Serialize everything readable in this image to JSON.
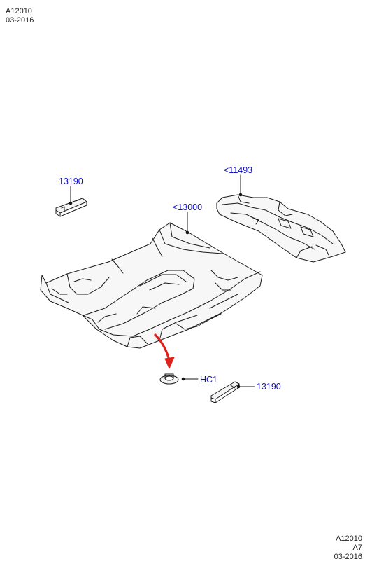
{
  "header": {
    "code": "A12010",
    "date": "03-2016"
  },
  "footer": {
    "code": "A12010",
    "page": "A7",
    "date": "03-2016"
  },
  "callouts": {
    "trim_left": "13190",
    "floor_covering": "<13000",
    "rear_mat": "<11493",
    "clip": "HC1",
    "trim_right": "13190"
  },
  "colors": {
    "callout": "#1010c8",
    "arrow": "#e0201a",
    "line": "#1a1a1a"
  }
}
